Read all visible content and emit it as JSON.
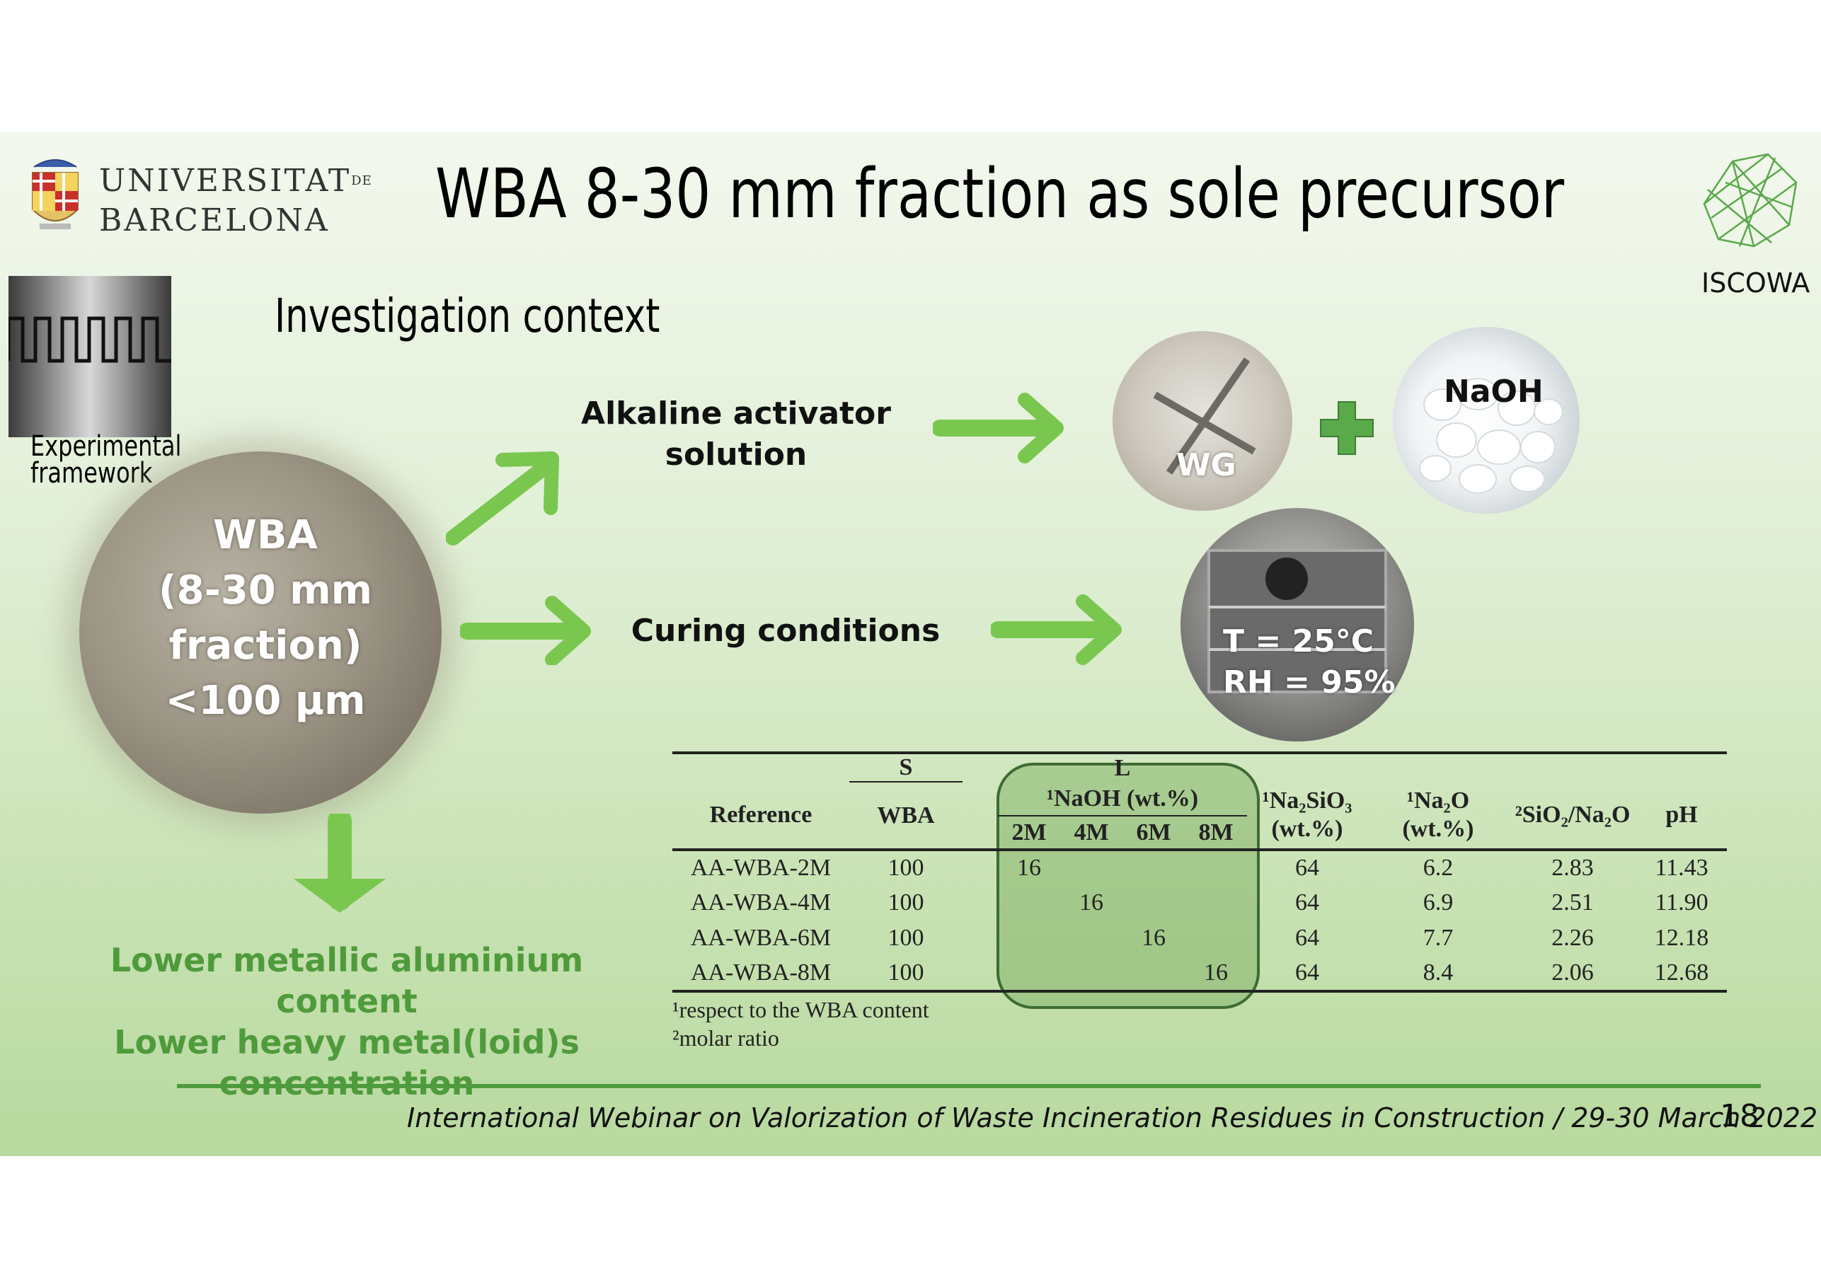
{
  "header": {
    "university_line1": "UNIVERSITAT",
    "university_de": "DE",
    "university_line2": "BARCELONA",
    "title": "WBA 8-30 mm fraction as sole precursor",
    "subtitle": "Investigation context",
    "iscowa_label": "ISCOWA"
  },
  "experimental": {
    "label_line1": "Experimental",
    "label_line2": "framework"
  },
  "wba": {
    "line1": "WBA",
    "line2": "(8-30 mm",
    "line3": "fraction)",
    "line4": "<100 μm"
  },
  "flow": {
    "alkaline_line1": "Alkaline activator",
    "alkaline_line2": "solution",
    "curing": "Curing conditions",
    "wg_label": "WG",
    "naoh_label": "NaOH",
    "oven_line1": "T = 25°C",
    "oven_line2": "RH = 95%"
  },
  "results": {
    "line1": "Lower metallic aluminium content",
    "line2": "Lower heavy metal(loid)s",
    "line3": "concentration"
  },
  "table": {
    "header_s": "S",
    "header_l": "L",
    "header_reference": "Reference",
    "header_wba": "WBA",
    "header_naoh": "¹NaOH (wt.%)",
    "header_na2sio3_line1": "¹Na₂SiO₃",
    "header_na2sio3_line2": "(wt.%)",
    "header_na2o_line1": "¹Na₂O",
    "header_na2o_line2": "(wt.%)",
    "header_ratio": "²SiO₂/Na₂O",
    "header_ph": "pH",
    "molarities": [
      "2M",
      "4M",
      "6M",
      "8M"
    ],
    "rows": [
      {
        "reference": "AA-WBA-2M",
        "wba": "100",
        "naoh_2m": "16",
        "naoh_4m": "",
        "naoh_6m": "",
        "naoh_8m": "",
        "na2sio3": "64",
        "na2o": "6.2",
        "ratio": "2.83",
        "ph": "11.43"
      },
      {
        "reference": "AA-WBA-4M",
        "wba": "100",
        "naoh_2m": "",
        "naoh_4m": "16",
        "naoh_6m": "",
        "naoh_8m": "",
        "na2sio3": "64",
        "na2o": "6.9",
        "ratio": "2.51",
        "ph": "11.90"
      },
      {
        "reference": "AA-WBA-6M",
        "wba": "100",
        "naoh_2m": "",
        "naoh_4m": "",
        "naoh_6m": "16",
        "naoh_8m": "",
        "na2sio3": "64",
        "na2o": "7.7",
        "ratio": "2.26",
        "ph": "12.18"
      },
      {
        "reference": "AA-WBA-8M",
        "wba": "100",
        "naoh_2m": "",
        "naoh_4m": "",
        "naoh_6m": "",
        "naoh_8m": "16",
        "na2sio3": "64",
        "na2o": "8.4",
        "ratio": "2.06",
        "ph": "12.68"
      }
    ],
    "footnote1": "¹respect to the WBA content",
    "footnote2": "²molar ratio"
  },
  "footer": {
    "text": "International Webinar on Valorization of Waste Incineration Residues in Construction / 29-30 March 2022",
    "page_number": "18"
  },
  "colors": {
    "accent_green": "#7ac74f",
    "dark_green": "#4e9b3e",
    "text_green": "#4f9b3c"
  }
}
